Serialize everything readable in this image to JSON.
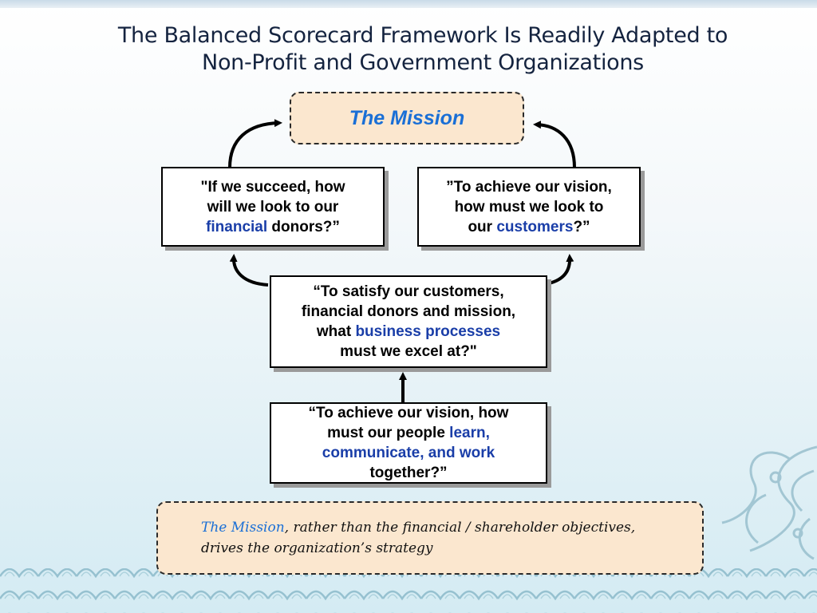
{
  "title": {
    "line1": "The Balanced Scorecard Framework Is Readily Adapted to",
    "line2": "Non-Profit and Government Organizations"
  },
  "mission": {
    "label": "The Mission"
  },
  "financial": {
    "line1": "\"If we succeed, how",
    "line2": "will we look to our",
    "highlight": "financial",
    "tail": " donors?”"
  },
  "customers": {
    "line1": "”To achieve our vision,",
    "line2": "how must we look to",
    "pre": "our ",
    "highlight": "customers",
    "tail": "?”"
  },
  "processes": {
    "line1": "“To satisfy our customers,",
    "line2": "financial donors and mission,",
    "pre": "what ",
    "highlight": "business processes",
    "line4": "must we excel at?\""
  },
  "learning": {
    "line1": "“To achieve our vision, how",
    "pre": "must our people ",
    "highlight1": "learn,",
    "highlight2": "communicate, and work",
    "line4": "together?”"
  },
  "note": {
    "mission": "The Mission",
    "text1": ", rather than the financial / shareholder objectives,",
    "text2": "drives the organization’s strategy"
  },
  "colors": {
    "title": "#14233f",
    "mission_text": "#1a6fd6",
    "highlight": "#1a3ea8",
    "dashed_fill": "#fbe7cf"
  }
}
